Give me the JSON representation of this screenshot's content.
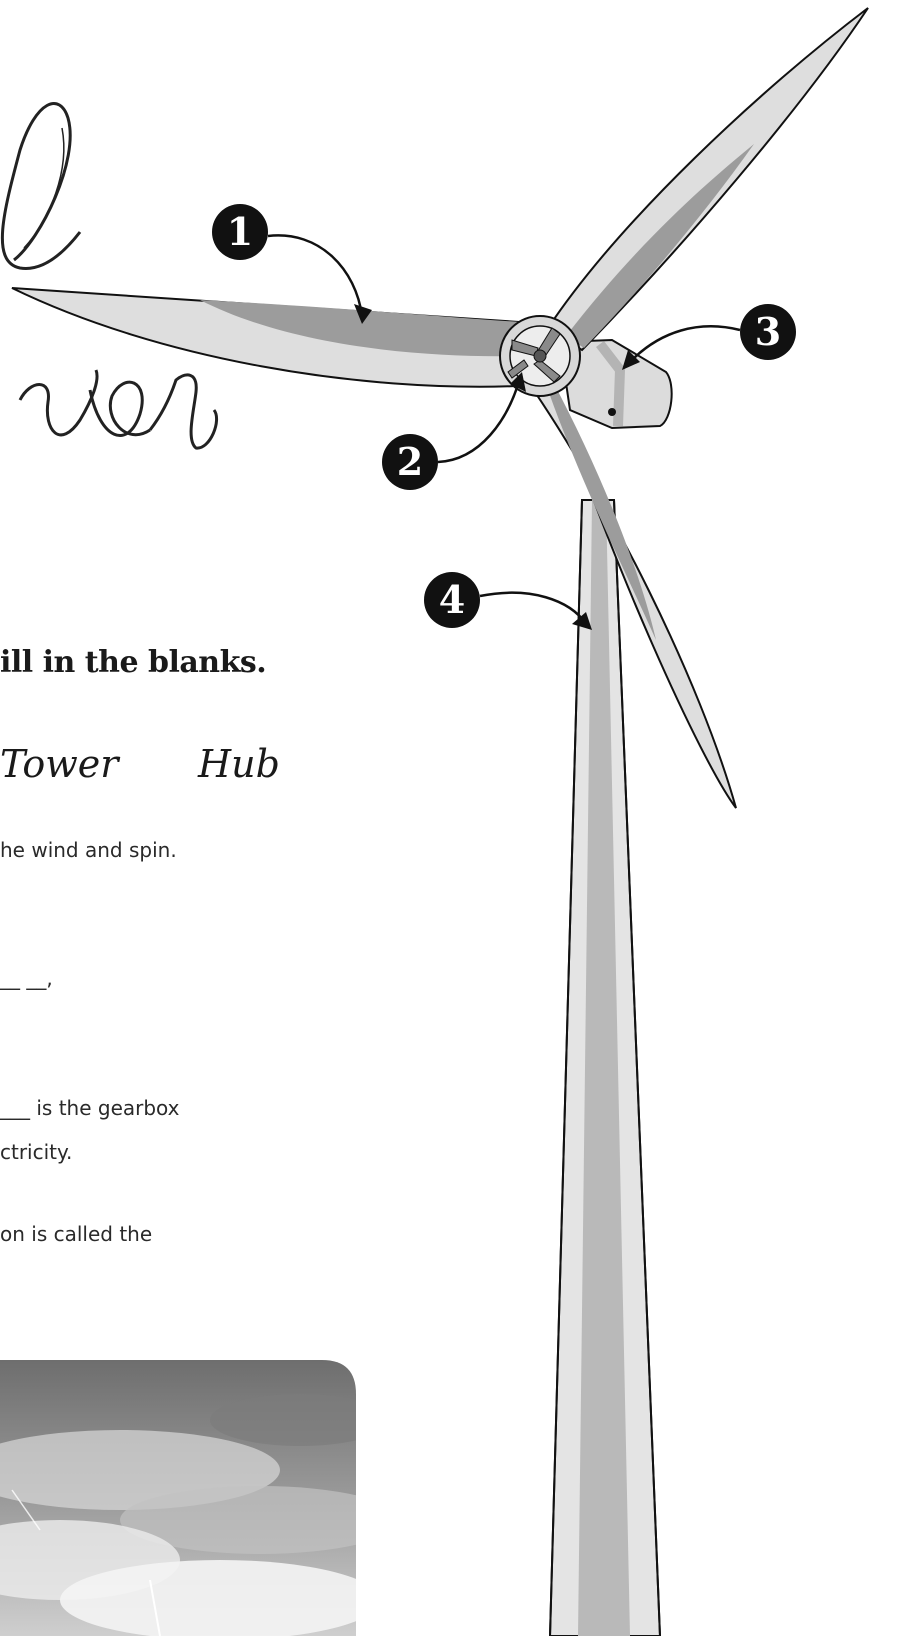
{
  "title_letters": {
    "top": "l",
    "bottom": "wer"
  },
  "labels": [
    "1",
    "2",
    "3",
    "4"
  ],
  "heading": "ill in the blanks.",
  "word_bank": [
    "Tower",
    "Hub"
  ],
  "question_fragments": [
    "he wind and spin.",
    "__ __,",
    "___ is the gearbox",
    "ctricity.",
    "on is called the"
  ],
  "colors": {
    "outline": "#111111",
    "blade_light": "#dedede",
    "blade_dark": "#9c9c9c",
    "tower_light": "#e4e4e4",
    "tower_dark": "#b9b9b9",
    "label_fill": "#111111"
  }
}
